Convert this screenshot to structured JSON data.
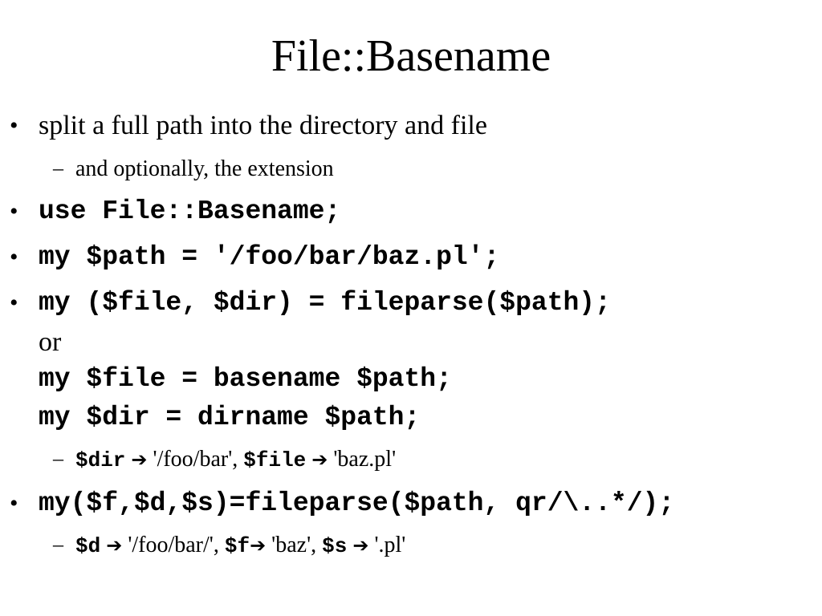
{
  "slide": {
    "title": "File::Basename",
    "bullet_glyph": "•",
    "dash_glyph": "–",
    "arrow_glyph": "➔",
    "b1": {
      "text": "split a full path into the directory and file",
      "sub": "and optionally, the extension"
    },
    "b2": {
      "code": "use File::Basename;"
    },
    "b3": {
      "code": "my $path = '/foo/bar/baz.pl';"
    },
    "b4": {
      "code1": "my ($file, $dir) = fileparse($path);",
      "or": "or",
      "code2": "my $file = basename $path;",
      "code3": "my $dir = dirname $path;",
      "sub": {
        "v1": "$dir",
        "t1": "'/foo/bar',",
        "v2": "$file",
        "t2": "'baz.pl'"
      }
    },
    "b5": {
      "code": "my($f,$d,$s)=fileparse($path, qr/\\..*/);",
      "sub": {
        "v1": "$d",
        "t1": "'/foo/bar/',",
        "v2": "$f",
        "t2": "'baz',",
        "v3": "$s",
        "t3": "'.pl'"
      }
    }
  }
}
